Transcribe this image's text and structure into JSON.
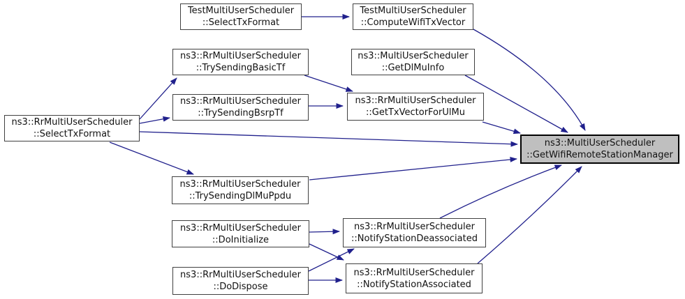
{
  "diagram": {
    "kind": "call-graph",
    "target_function": "ns3::MultiUserScheduler::GetWifiRemoteStationManager"
  },
  "colors": {
    "edge": "#20208c",
    "node_fill": "#ffffff",
    "node_border": "#404040",
    "highlight_fill": "#bfbfbf",
    "highlight_border": "#000000",
    "text": "#111111",
    "background": "#ffffff"
  },
  "nodes": [
    {
      "id": "test-selecttxformat",
      "line1": "TestMultiUserScheduler",
      "line2": "::SelectTxFormat"
    },
    {
      "id": "test-computewifitxvector",
      "line1": "TestMultiUserScheduler",
      "line2": "::ComputeWifiTxVector"
    },
    {
      "id": "rr-trysendingbasictf",
      "line1": "ns3::RrMultiUserScheduler",
      "line2": "::TrySendingBasicTf"
    },
    {
      "id": "mu-getdlmuinfo",
      "line1": "ns3::MultiUserScheduler",
      "line2": "::GetDlMuInfo"
    },
    {
      "id": "rr-trysendingbsrptf",
      "line1": "ns3::RrMultiUserScheduler",
      "line2": "::TrySendingBsrpTf"
    },
    {
      "id": "rr-gettxvectorforulmu",
      "line1": "ns3::RrMultiUserScheduler",
      "line2": "::GetTxVectorForUlMu"
    },
    {
      "id": "rr-selecttxformat",
      "line1": "ns3::RrMultiUserScheduler",
      "line2": "::SelectTxFormat"
    },
    {
      "id": "mu-getwifiremotestationmanager",
      "line1": "ns3::MultiUserScheduler",
      "line2": "::GetWifiRemoteStationManager"
    },
    {
      "id": "rr-trysendingdlmuppdu",
      "line1": "ns3::RrMultiUserScheduler",
      "line2": "::TrySendingDlMuPpdu"
    },
    {
      "id": "rr-doinitialize",
      "line1": "ns3::RrMultiUserScheduler",
      "line2": "::DoInitialize"
    },
    {
      "id": "rr-notifystationdeassociated",
      "line1": "ns3::RrMultiUserScheduler",
      "line2": "::NotifyStationDeassociated"
    },
    {
      "id": "rr-dodispose",
      "line1": "ns3::RrMultiUserScheduler",
      "line2": "::DoDispose"
    },
    {
      "id": "rr-notifystationassociated",
      "line1": "ns3::RrMultiUserScheduler",
      "line2": "::NotifyStationAssociated"
    }
  ],
  "edges": [
    {
      "from": "test-selecttxformat",
      "to": "test-computewifitxvector"
    },
    {
      "from": "test-computewifitxvector",
      "to": "mu-getwifiremotestationmanager"
    },
    {
      "from": "rr-selecttxformat",
      "to": "rr-trysendingbasictf"
    },
    {
      "from": "rr-selecttxformat",
      "to": "rr-trysendingbsrptf"
    },
    {
      "from": "rr-selecttxformat",
      "to": "mu-getwifiremotestationmanager"
    },
    {
      "from": "rr-selecttxformat",
      "to": "rr-trysendingdlmuppdu"
    },
    {
      "from": "rr-trysendingbasictf",
      "to": "rr-gettxvectorforulmu"
    },
    {
      "from": "rr-trysendingbsrptf",
      "to": "rr-gettxvectorforulmu"
    },
    {
      "from": "mu-getdlmuinfo",
      "to": "mu-getwifiremotestationmanager"
    },
    {
      "from": "rr-gettxvectorforulmu",
      "to": "mu-getwifiremotestationmanager"
    },
    {
      "from": "rr-trysendingdlmuppdu",
      "to": "mu-getwifiremotestationmanager"
    },
    {
      "from": "rr-doinitialize",
      "to": "rr-notifystationdeassociated"
    },
    {
      "from": "rr-doinitialize",
      "to": "rr-notifystationassociated"
    },
    {
      "from": "rr-dodispose",
      "to": "rr-notifystationdeassociated"
    },
    {
      "from": "rr-dodispose",
      "to": "rr-notifystationassociated"
    },
    {
      "from": "rr-notifystationdeassociated",
      "to": "mu-getwifiremotestationmanager"
    },
    {
      "from": "rr-notifystationassociated",
      "to": "mu-getwifiremotestationmanager"
    }
  ]
}
